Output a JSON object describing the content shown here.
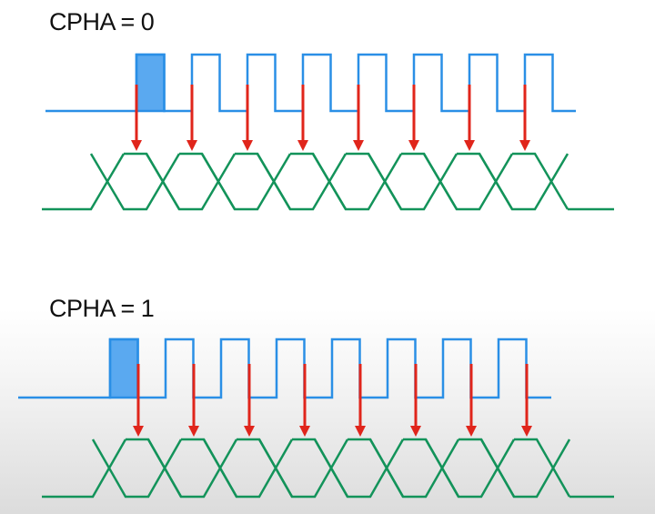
{
  "panels": [
    {
      "title": "CPHA = 0",
      "sample_edge": "leading",
      "clock_cycles": 8,
      "data_bits": 8,
      "first_half_cycle_highlighted": true
    },
    {
      "title": "CPHA = 1",
      "sample_edge": "trailing",
      "clock_cycles": 8,
      "data_bits": 8,
      "first_half_cycle_highlighted": true
    }
  ],
  "colors": {
    "clock": "#2a8fe6",
    "data": "#13935a",
    "sample_arrow": "#e0251b",
    "highlight_fill": "#5aa9f0",
    "highlight_stroke": "#2a8fe6",
    "title_text": "#111111"
  },
  "icons": {
    "sample_marker": "down-arrow-icon"
  }
}
